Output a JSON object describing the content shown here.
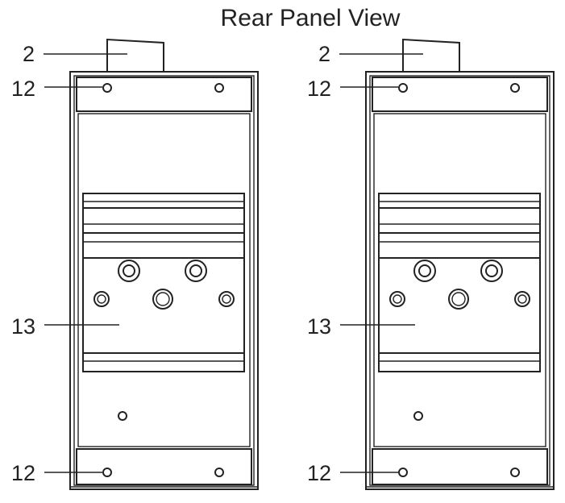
{
  "title": "Rear Panel View",
  "panels": [
    {
      "callouts": {
        "top_connector": "2",
        "top_screw": "12",
        "din_rail": "13",
        "bottom_screw": "12"
      }
    },
    {
      "callouts": {
        "top_connector": "2",
        "top_screw": "12",
        "din_rail": "13",
        "bottom_screw": "12"
      }
    }
  ]
}
